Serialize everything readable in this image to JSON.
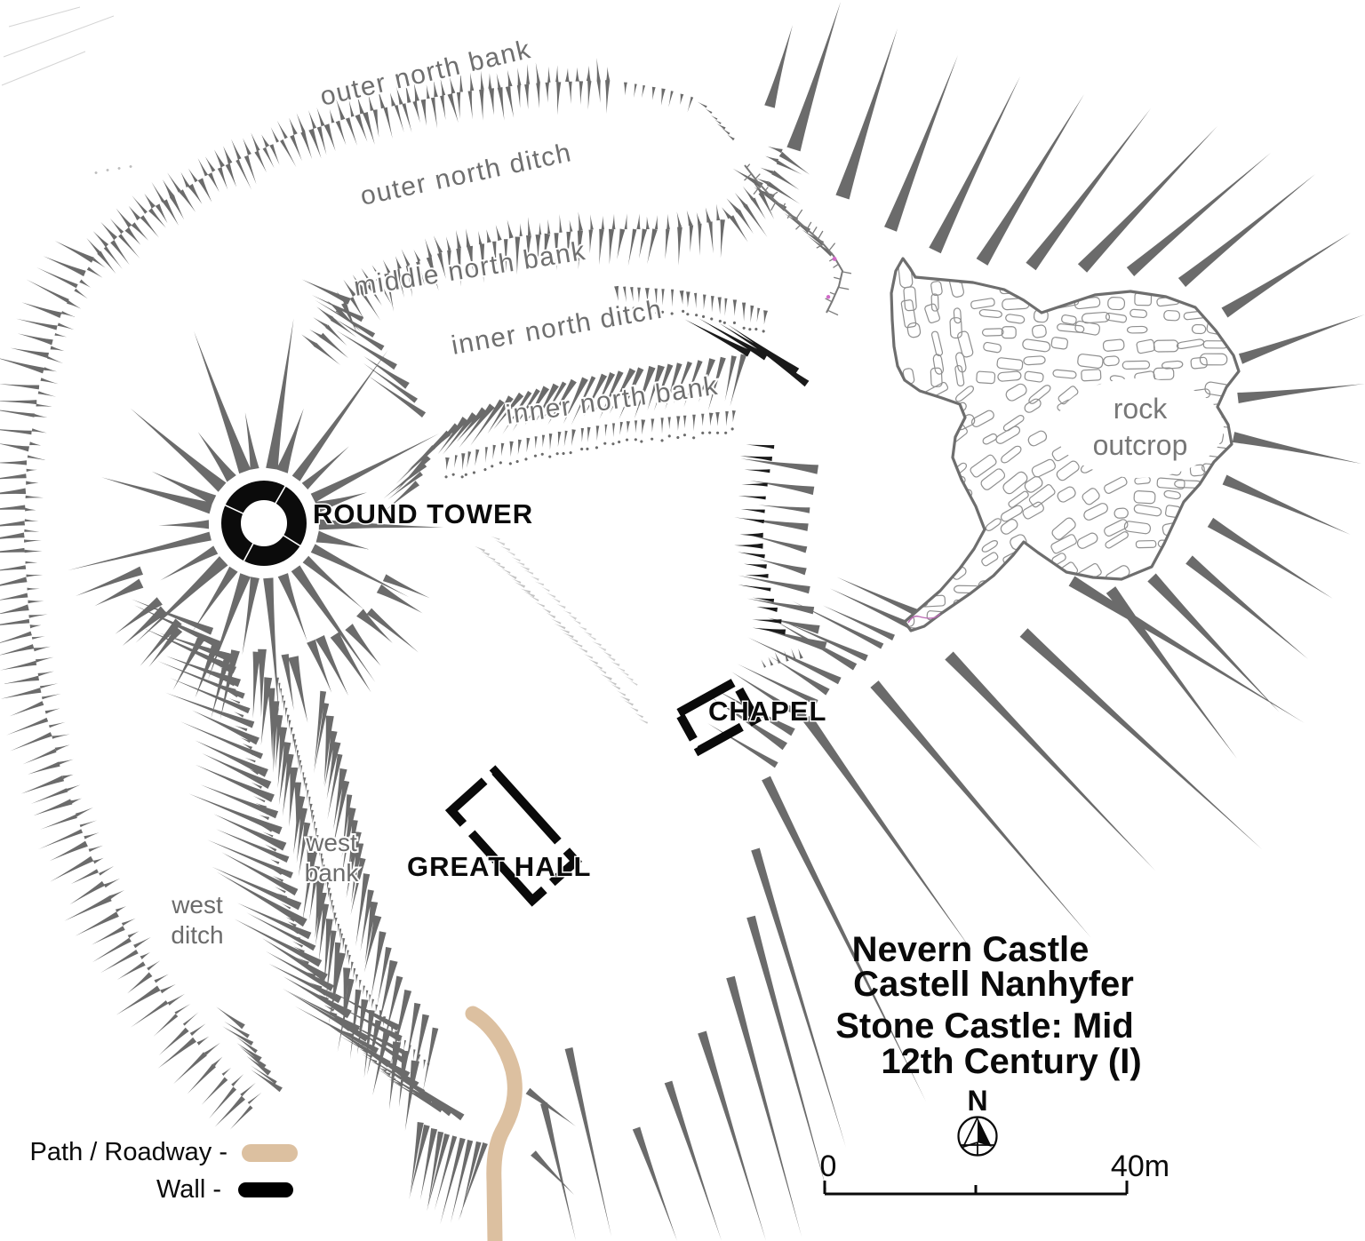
{
  "title": {
    "lines": [
      "Nevern Castle",
      "Castell Nanhyfer",
      "Stone Castle: Mid",
      "12th Century (I)"
    ]
  },
  "map_labels": {
    "outer_north_bank": "outer north bank",
    "outer_north_ditch": "outer north ditch",
    "middle_north_bank": "middle north bank",
    "inner_north_ditch": "inner north ditch",
    "inner_north_bank": "inner north bank",
    "round_tower": "ROUND TOWER",
    "chapel": "CHAPEL",
    "great_hall": "GREAT HALL",
    "west_bank_line1": "west",
    "west_bank_line2": "bank",
    "west_ditch_line1": "west",
    "west_ditch_line2": "ditch",
    "rock_outcrop_line1": "rock",
    "rock_outcrop_line2": "outcrop"
  },
  "legend": {
    "path_roadway_label": "Path / Roadway -",
    "wall_label": "Wall -",
    "path_color": "#dcc0a0",
    "wall_color": "#000000"
  },
  "compass": {
    "north_label": "N"
  },
  "scale_bar": {
    "start_label": "0",
    "end_label": "40m"
  },
  "colors": {
    "hachure_gray": "#6b6b6b",
    "hachure_dark": "#1a1a1a",
    "label_gray": "#6f6f6f",
    "outcrop_line": "#6e6e6e",
    "ink_black": "#0a0a0a"
  }
}
